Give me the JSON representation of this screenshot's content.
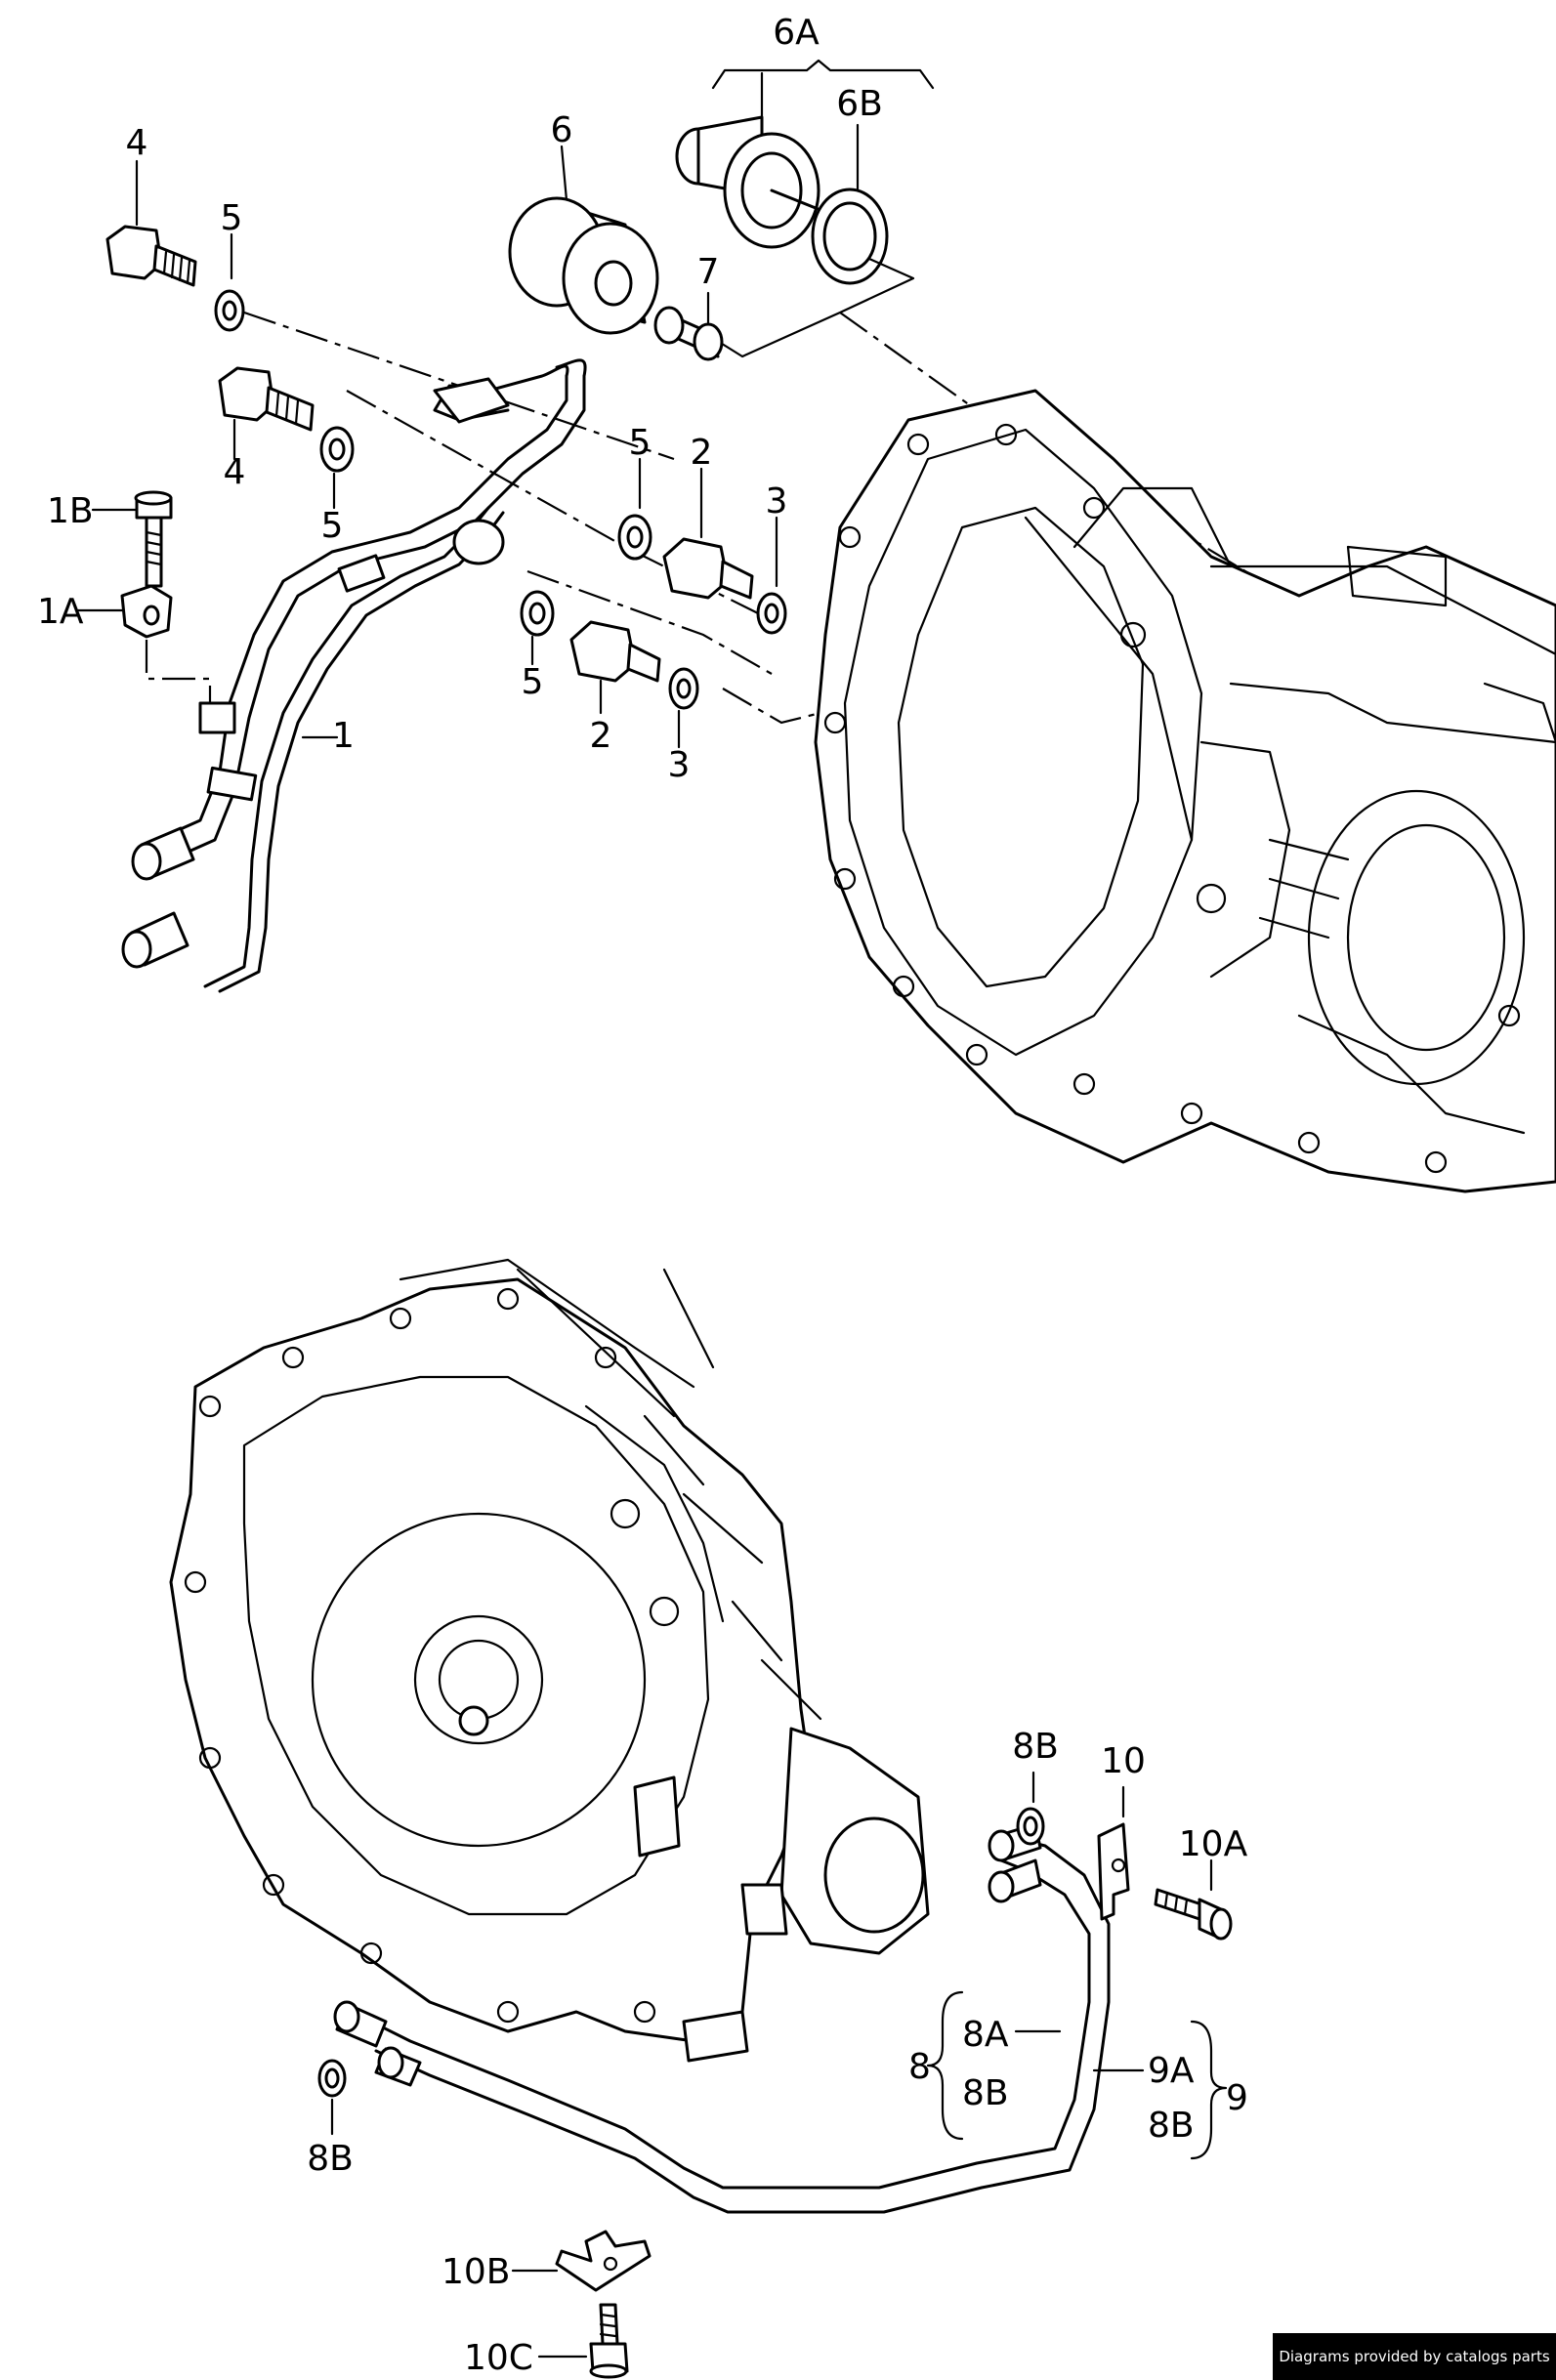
{
  "labels": {
    "l6A": "6A",
    "l6B": "6B",
    "l6": "6",
    "l7": "7",
    "l4a": "4",
    "l4b": "4",
    "l5a": "5",
    "l5b": "5",
    "l5c": "5",
    "l5d": "5",
    "l2a": "2",
    "l2b": "2",
    "l3a": "3",
    "l3b": "3",
    "l1B": "1B",
    "l1A": "1A",
    "l1": "1",
    "l8Ba": "8B",
    "l10": "10",
    "l10A": "10A",
    "l8": "8",
    "l8A": "8A",
    "l8Bb": "8B",
    "l9A": "9A",
    "l9": "9",
    "l8Bc": "8B",
    "l8Bd": "8B",
    "l10B": "10B",
    "l10C": "10C"
  },
  "credit": "Diagrams provided by catalogs parts"
}
